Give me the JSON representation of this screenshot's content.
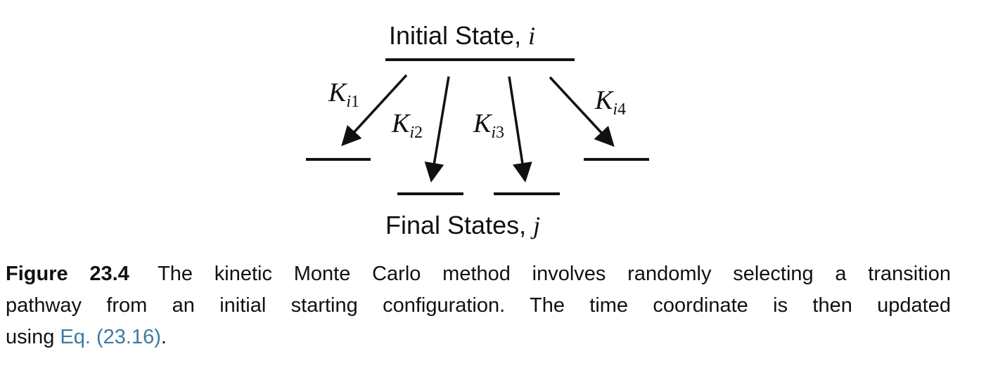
{
  "diagram": {
    "initial_label": "Initial State, ",
    "initial_var": "i",
    "final_label": "Final States, ",
    "final_var": "j",
    "rates": [
      {
        "main": "K",
        "sub_var": "i",
        "sub_num": "1"
      },
      {
        "main": "K",
        "sub_var": "i",
        "sub_num": "2"
      },
      {
        "main": "K",
        "sub_var": "i",
        "sub_num": "3"
      },
      {
        "main": "K",
        "sub_var": "i",
        "sub_num": "4"
      }
    ]
  },
  "caption": {
    "figure_label": "Figure 23.4",
    "line1": "The kinetic Monte Carlo method involves randomly selecting a transition",
    "line2": "pathway from an initial starting configuration. The time coordinate is then updated",
    "line3_prefix": "using ",
    "link": "Eq. (23.16)",
    "line3_suffix": ".",
    "link_color": "#3d7a9e"
  }
}
